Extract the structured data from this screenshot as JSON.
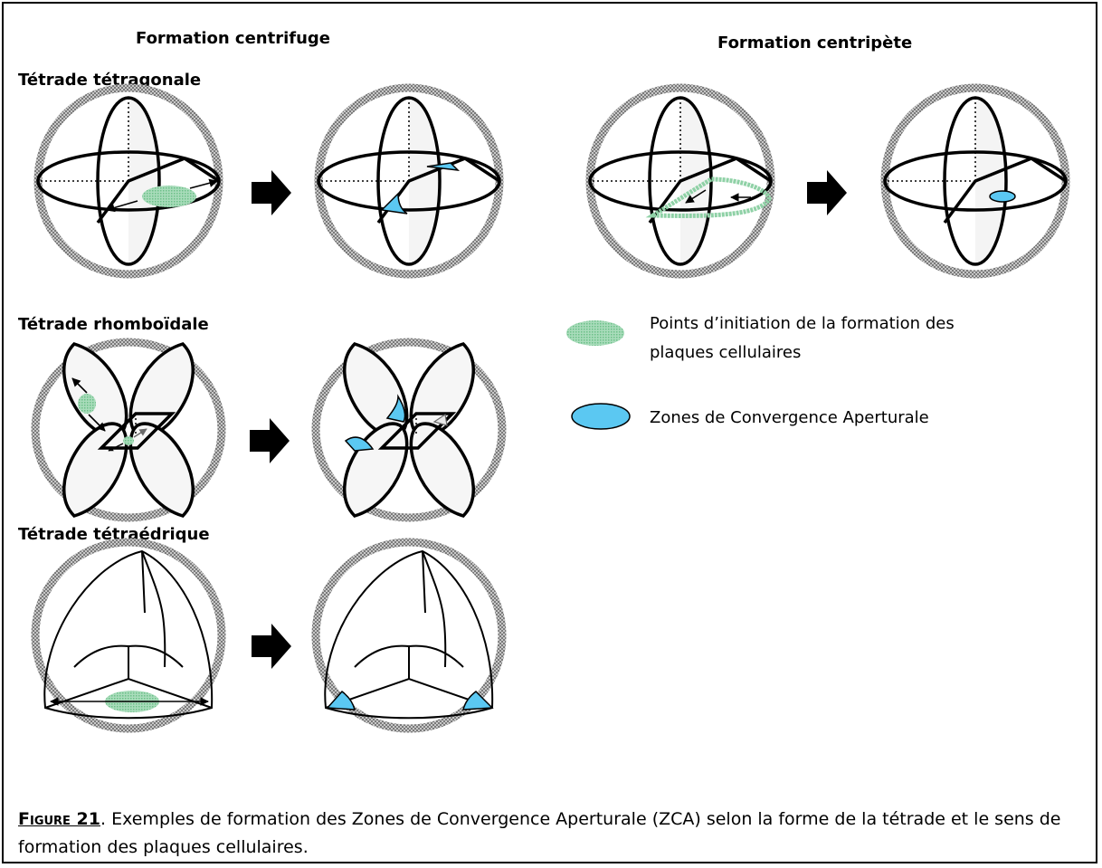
{
  "column_headers": {
    "centrifugal": "Formation centrifuge",
    "centripetal": "Formation centripète"
  },
  "rows": {
    "tetragonal": "Tétrade tétragonale",
    "rhomboidal": "Tétrade rhomboïdale",
    "tetrahedral": "Tétrade tétraédrique"
  },
  "legend": {
    "initiation_points": "Points d’initiation de la formation des plaques cellulaires",
    "aperture_zones": "Zones de Convergence Aperturale"
  },
  "caption": {
    "figure_number": "Figure 21",
    "text": ". Exemples de formation des Zones de Convergence Aperturale (ZCA) selon la forme de la tétrade et le sens de formation des plaques cellulaires."
  },
  "colors": {
    "initiation_fill": "#8fd1a6",
    "aperture_fill": "#5bc8f2",
    "outer_ring": "#a0a0a0",
    "arrow": "#000000"
  },
  "icons": {
    "arrow": "right-block-arrow-icon",
    "initiation_swatch": "green-dotted-ellipse-icon",
    "aperture_swatch": "blue-ellipse-icon"
  }
}
